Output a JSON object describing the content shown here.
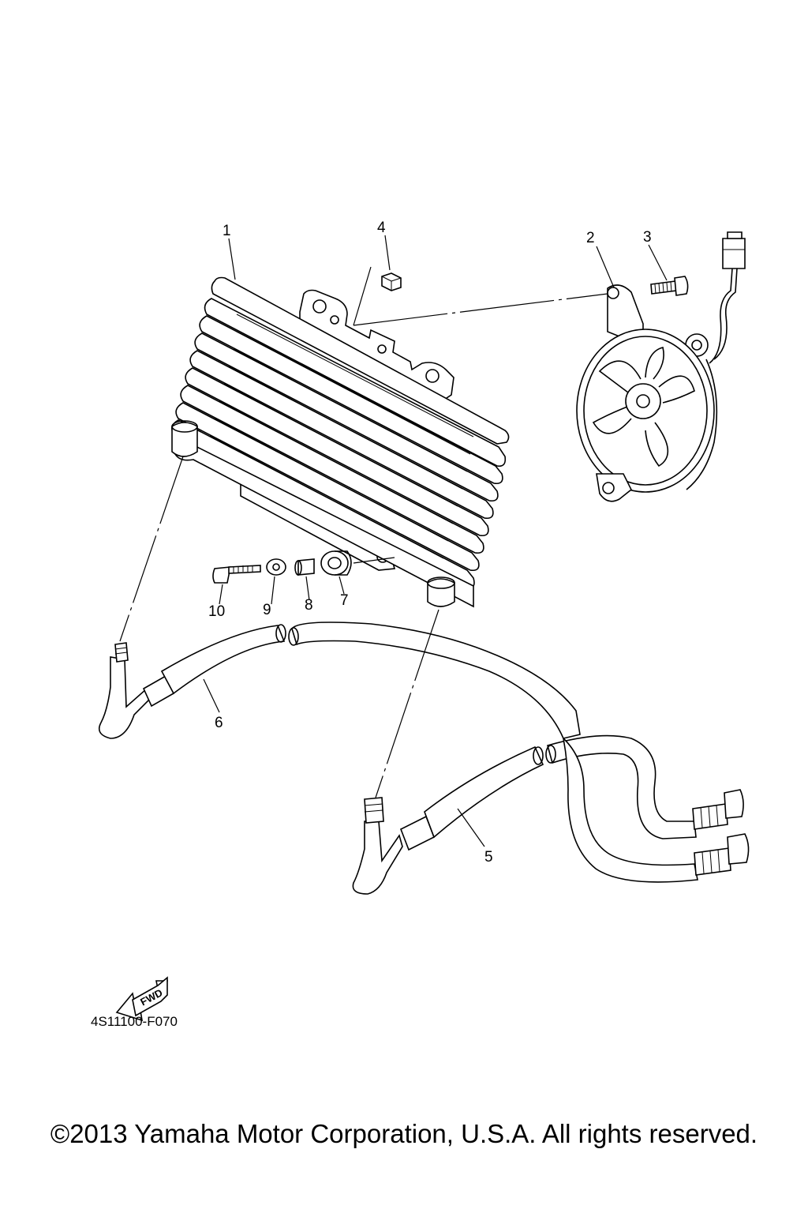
{
  "callouts": [
    {
      "id": "1",
      "label": "1"
    },
    {
      "id": "2",
      "label": "2"
    },
    {
      "id": "3",
      "label": "3"
    },
    {
      "id": "4",
      "label": "4"
    },
    {
      "id": "5",
      "label": "5"
    },
    {
      "id": "6",
      "label": "6"
    },
    {
      "id": "7",
      "label": "7"
    },
    {
      "id": "8",
      "label": "8"
    },
    {
      "id": "9",
      "label": "9"
    },
    {
      "id": "10",
      "label": "10"
    }
  ],
  "fwd_label": "FWD",
  "diagram_code": "4S11100-F070",
  "copyright": "©2013 Yamaha Motor Corporation, U.S.A. All rights reserved."
}
